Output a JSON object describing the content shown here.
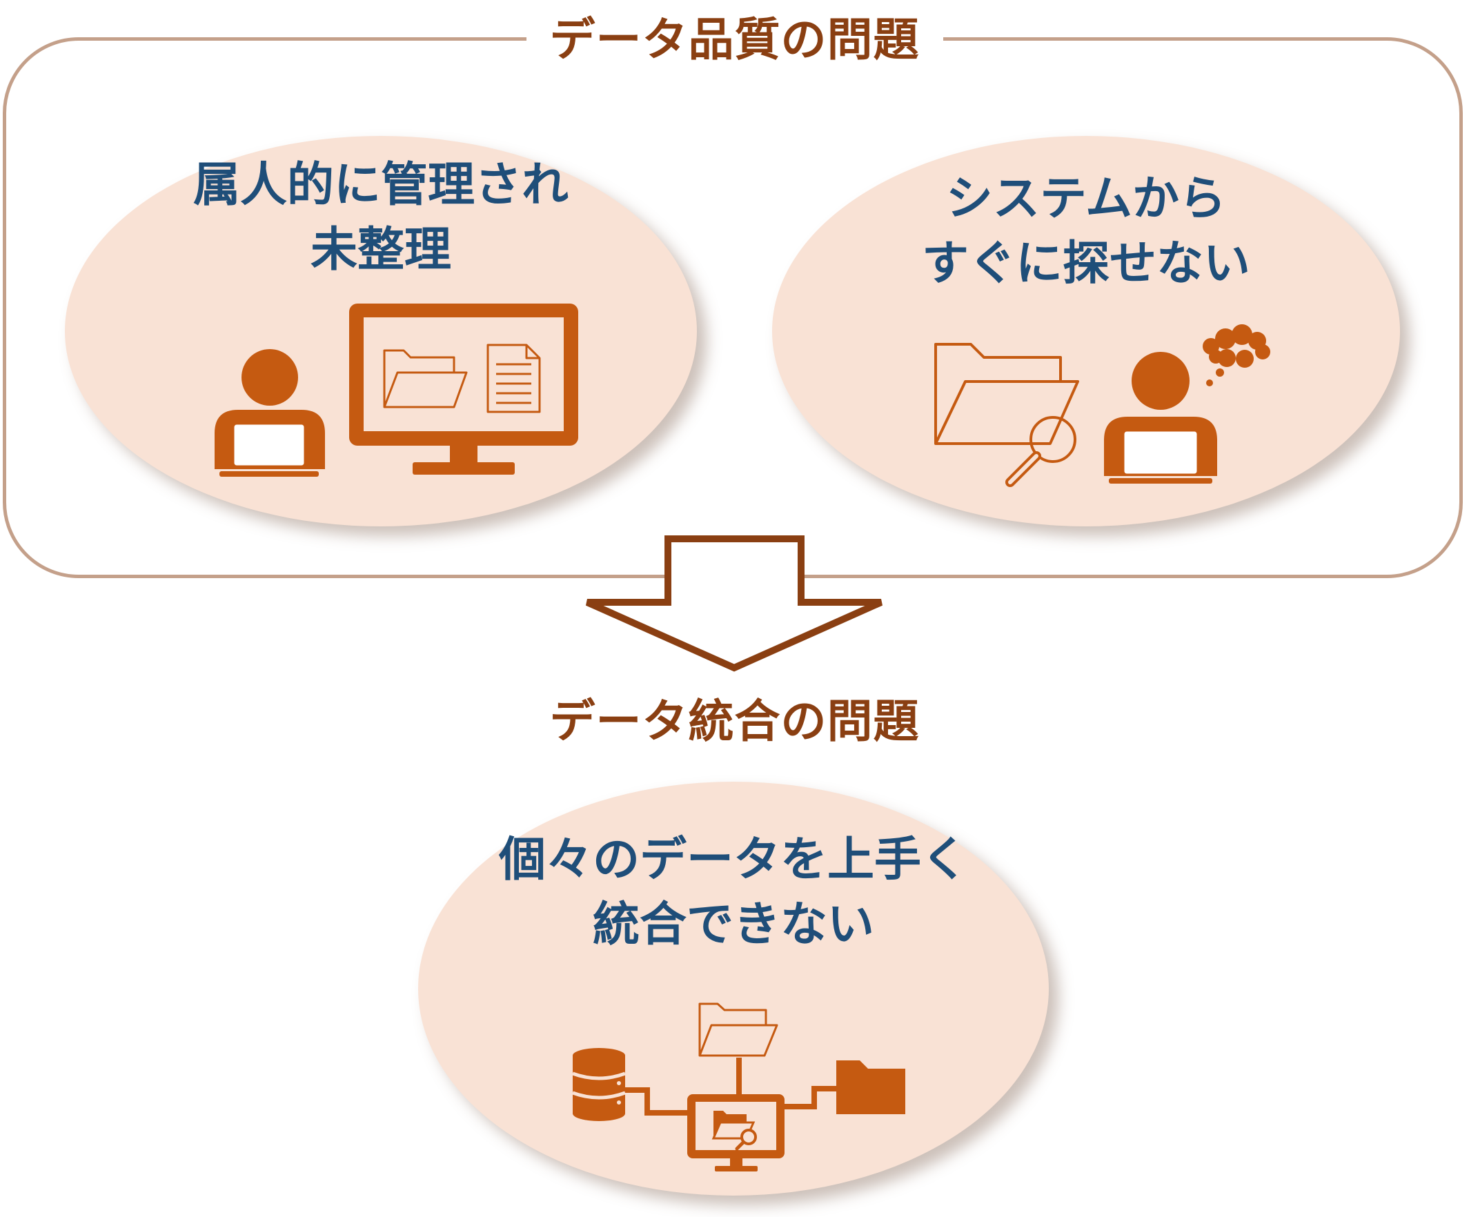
{
  "top_group": {
    "title": "データ品質の問題"
  },
  "problems": [
    {
      "line1": "属人的に管理され",
      "line2": "未整理"
    },
    {
      "line1": "システムから",
      "line2": "すぐに探せない"
    }
  ],
  "bottom_group": {
    "title": "データ統合の問題",
    "problem": {
      "line1": "個々のデータを上手く",
      "line2": "統合できない"
    }
  },
  "colors": {
    "heading": "#8a3f12",
    "problem_text": "#1f4e79",
    "icon": "#c55a11",
    "ellipse_fill": "#f9e2d5",
    "frame_border": "#c4a08a",
    "arrow": "#8a3f12"
  },
  "icons": [
    "person-laptop-icon",
    "monitor-icon",
    "folder-icon",
    "document-icon",
    "folder-search-icon",
    "thought-cloud-icon",
    "database-icon",
    "network-icon"
  ]
}
